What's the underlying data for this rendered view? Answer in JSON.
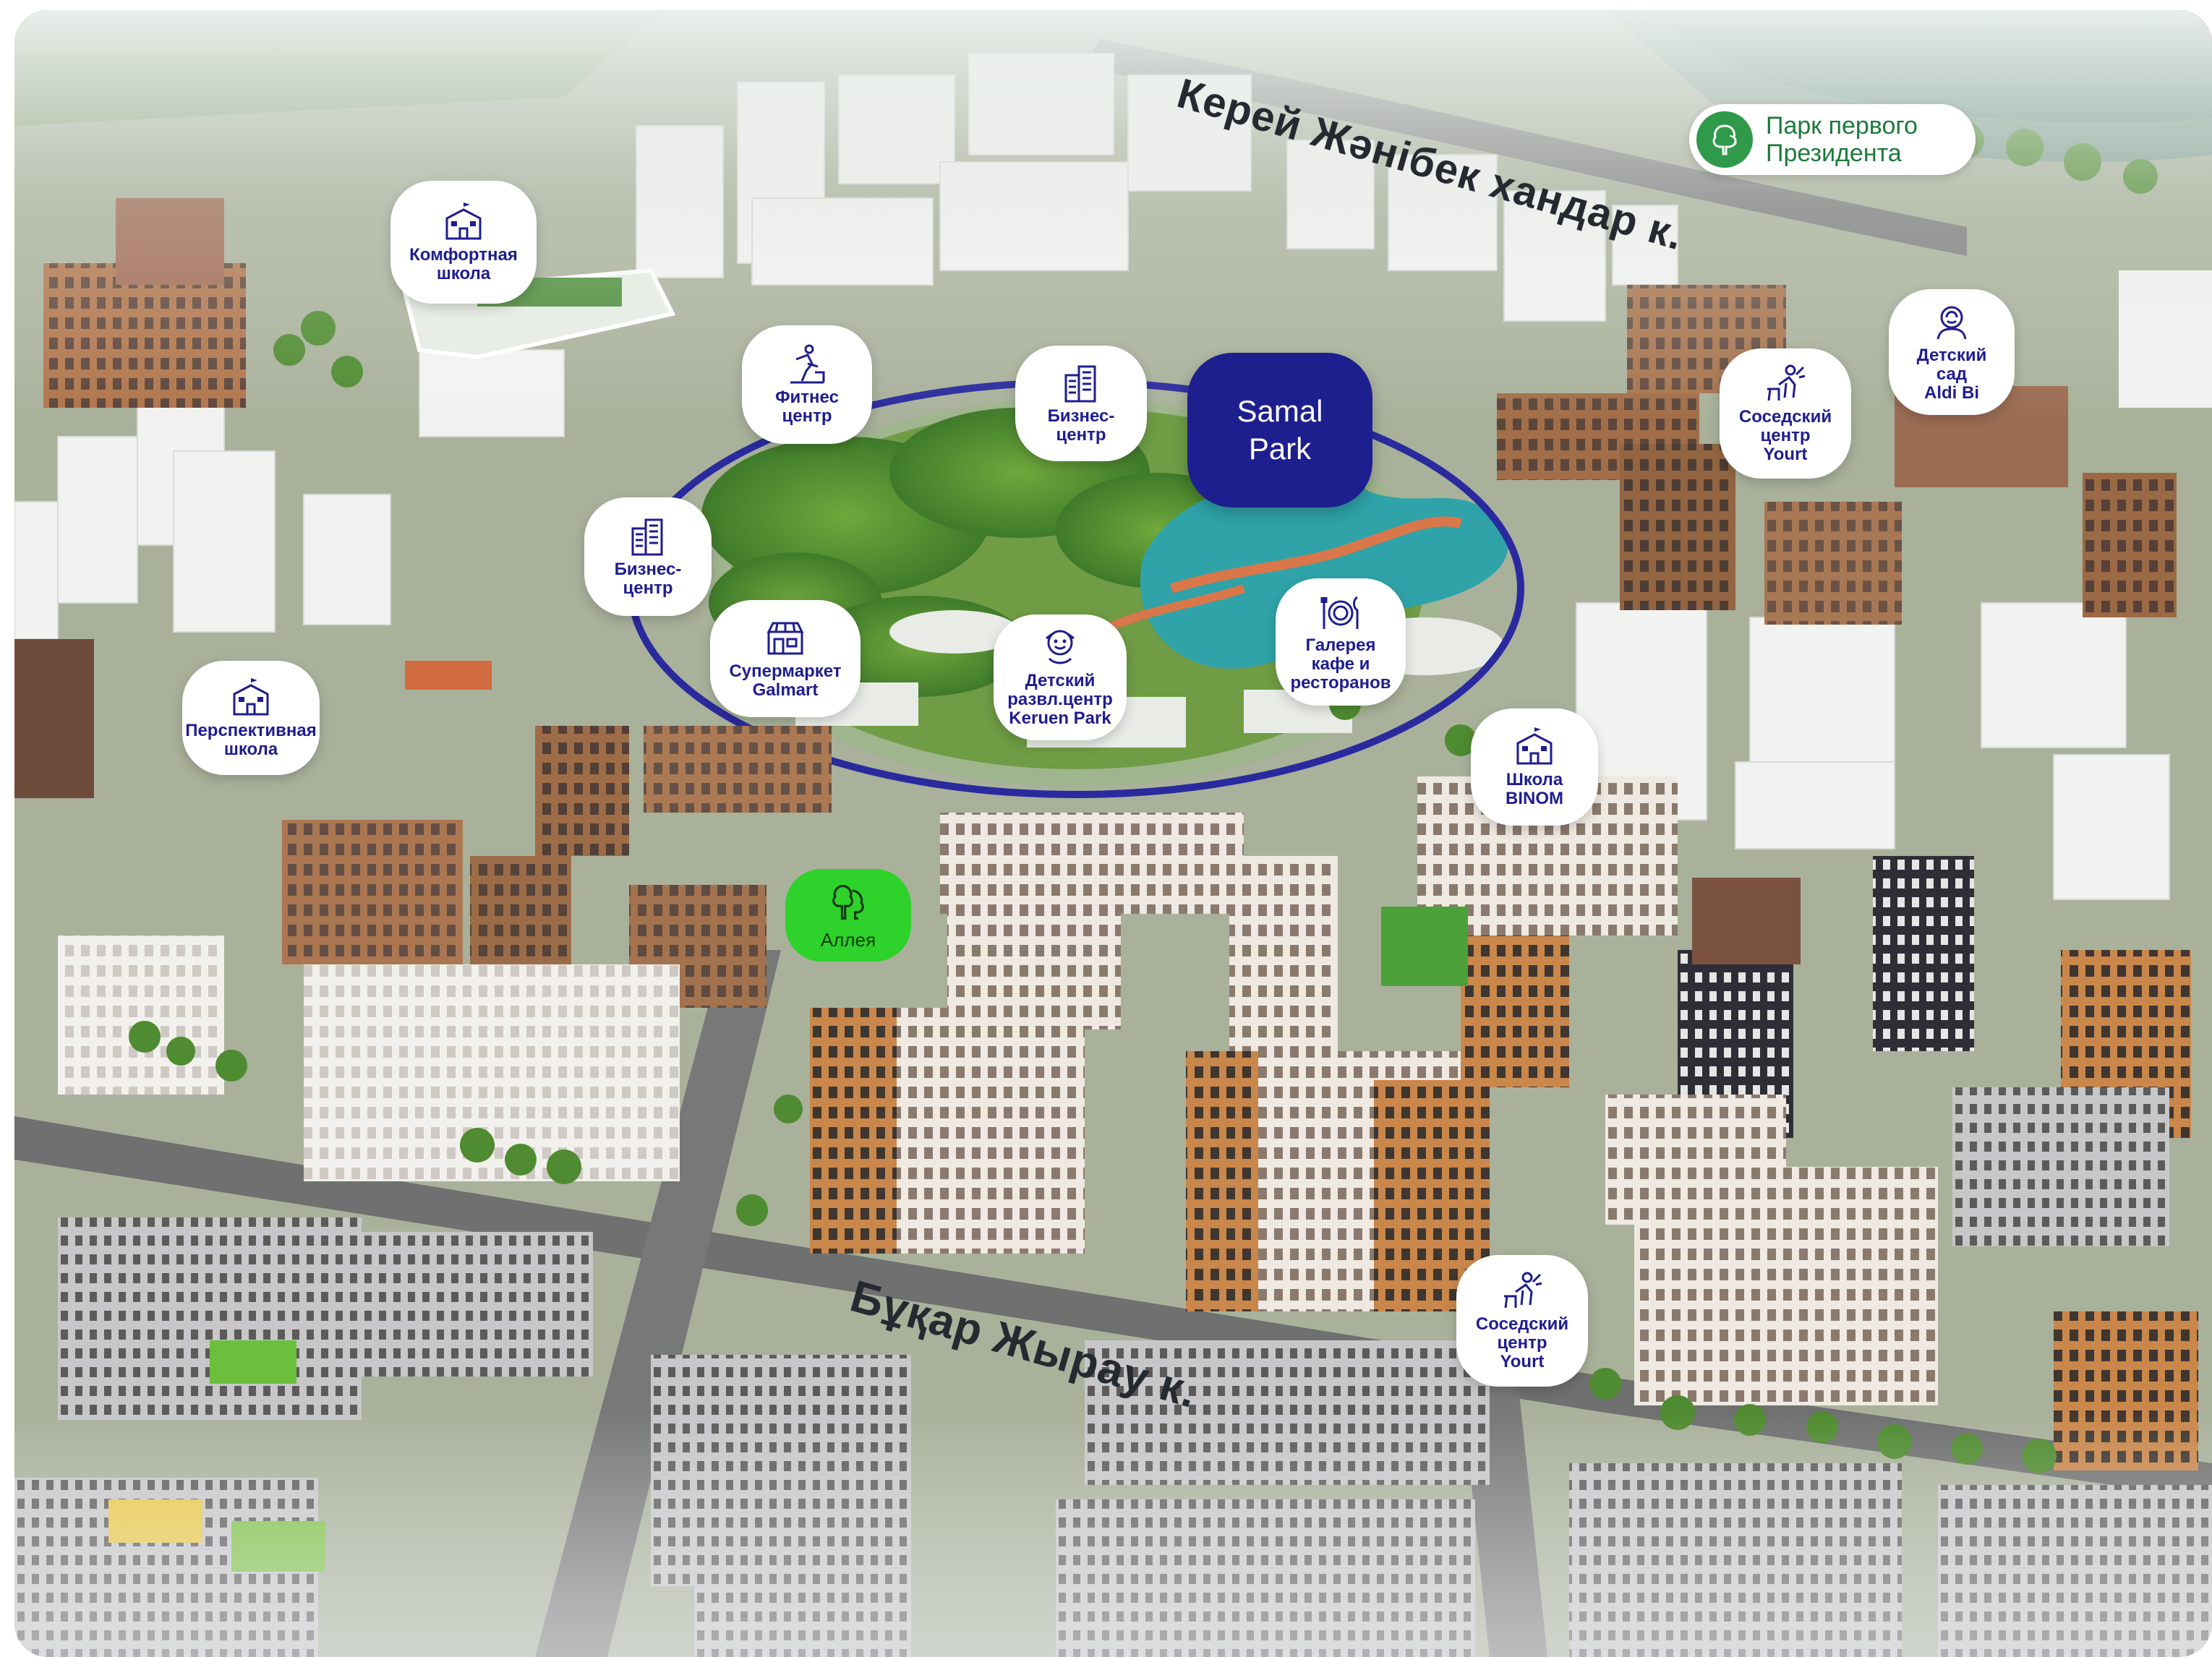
{
  "streets": {
    "top": "Керей Жәнібек хандар к.",
    "bottom": "Бұқар Жырау к."
  },
  "main_label": {
    "line1": "Samal",
    "line2": "Park"
  },
  "park_badge": {
    "line1": "Парк первого",
    "line2": "Президента"
  },
  "pois": {
    "school_comfort": {
      "icon": "school-icon",
      "lines": [
        "Комфортная",
        "школа"
      ]
    },
    "fitness": {
      "icon": "fitness-icon",
      "lines": [
        "Фитнес",
        "центр"
      ]
    },
    "business_top": {
      "icon": "business-center-icon",
      "lines": [
        "Бизнес-",
        "центр"
      ]
    },
    "business_left": {
      "icon": "business-center-icon",
      "lines": [
        "Бизнес-",
        "центр"
      ]
    },
    "supermarket": {
      "icon": "supermarket-icon",
      "lines": [
        "Супермаркет",
        "Galmart"
      ]
    },
    "kids_center": {
      "icon": "kids-entertainment-icon",
      "lines": [
        "Детский",
        "развл.центр",
        "Keruen Park"
      ]
    },
    "gallery": {
      "icon": "restaurant-icon",
      "lines": [
        "Галерея",
        "кафе и",
        "ресторанов"
      ]
    },
    "school_prospect": {
      "icon": "school-icon",
      "lines": [
        "Перспективная",
        "школа"
      ]
    },
    "school_binom": {
      "icon": "school-icon",
      "lines": [
        "Школа",
        "BINOM"
      ]
    },
    "neighbor_top": {
      "icon": "neighborhood-center-icon",
      "lines": [
        "Соседский",
        "центр",
        "Yourt"
      ]
    },
    "kindergarten": {
      "icon": "kindergarten-icon",
      "lines": [
        "Детский",
        "сад",
        "Aldi Bi"
      ]
    },
    "neighbor_bottom": {
      "icon": "neighborhood-center-icon",
      "lines": [
        "Соседский",
        "центр",
        "Yourt"
      ]
    },
    "alleya": {
      "icon": "tree-icon",
      "lines": [
        "Аллея"
      ]
    }
  },
  "colors": {
    "accent_navy": "#1e1f8e",
    "park_green": "#2f9a4a",
    "alley_green": "#2fd12b",
    "water": "#2fa3a8"
  }
}
